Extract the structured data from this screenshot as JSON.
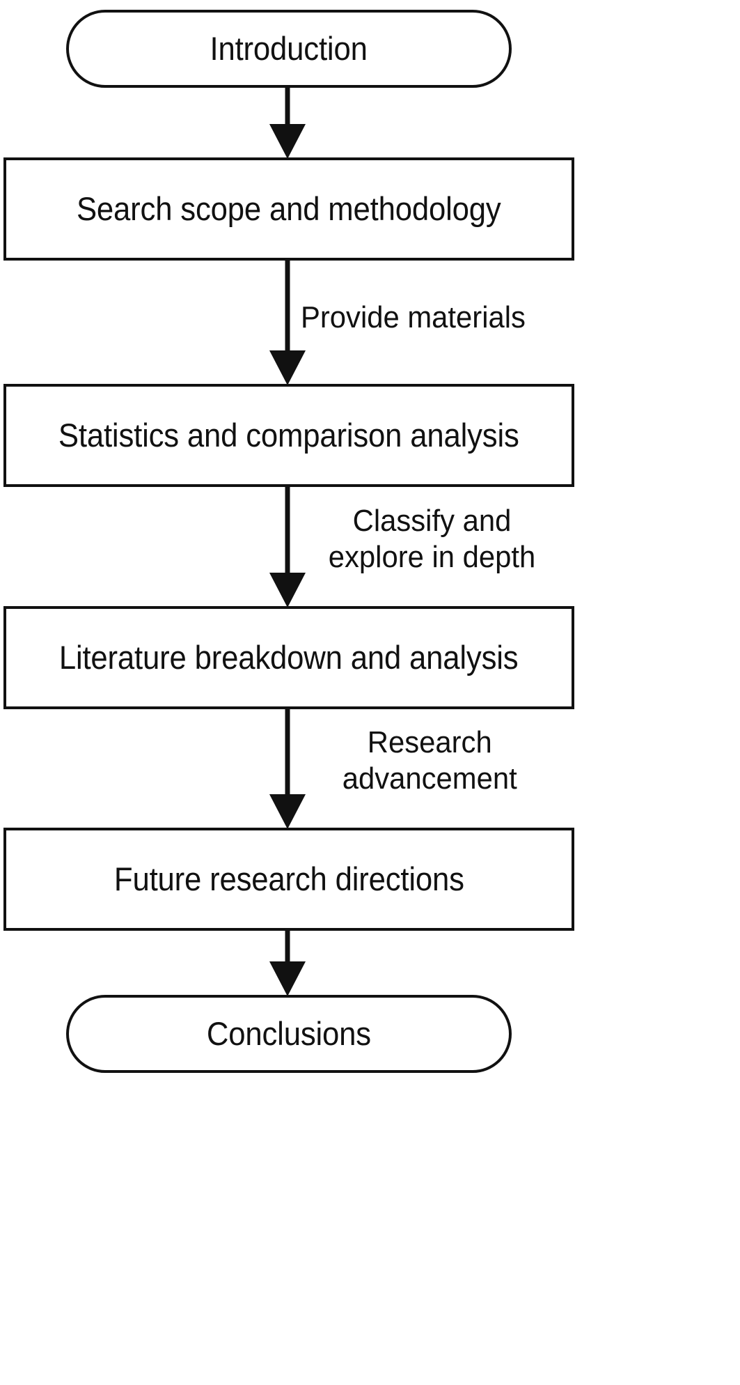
{
  "diagram": {
    "type": "flowchart",
    "orientation": "top-to-bottom",
    "title": "",
    "nodes": [
      {
        "id": "introduction",
        "label": "Introduction",
        "shape": "stadium"
      },
      {
        "id": "search-scope",
        "label": "Search scope and methodology",
        "shape": "rectangle"
      },
      {
        "id": "statistics",
        "label": "Statistics and comparison analysis",
        "shape": "rectangle"
      },
      {
        "id": "literature",
        "label": "Literature breakdown and analysis",
        "shape": "rectangle"
      },
      {
        "id": "future",
        "label": "Future research directions",
        "shape": "rectangle"
      },
      {
        "id": "conclusions",
        "label": "Conclusions",
        "shape": "stadium"
      }
    ],
    "edges": [
      {
        "from": "introduction",
        "to": "search-scope",
        "label": "",
        "arrow": "down"
      },
      {
        "from": "search-scope",
        "to": "statistics",
        "label": "Provide materials",
        "arrow": "down"
      },
      {
        "from": "statistics",
        "to": "literature",
        "label": "Classify and\nexplore in depth",
        "arrow": "down"
      },
      {
        "from": "literature",
        "to": "future",
        "label": "Research\nadvancement",
        "arrow": "down"
      },
      {
        "from": "future",
        "to": "conclusions",
        "label": "",
        "arrow": "down"
      }
    ],
    "colors": {
      "stroke": "#111111",
      "fill": "#ffffff",
      "text": "#111111",
      "background": "#ffffff"
    }
  }
}
